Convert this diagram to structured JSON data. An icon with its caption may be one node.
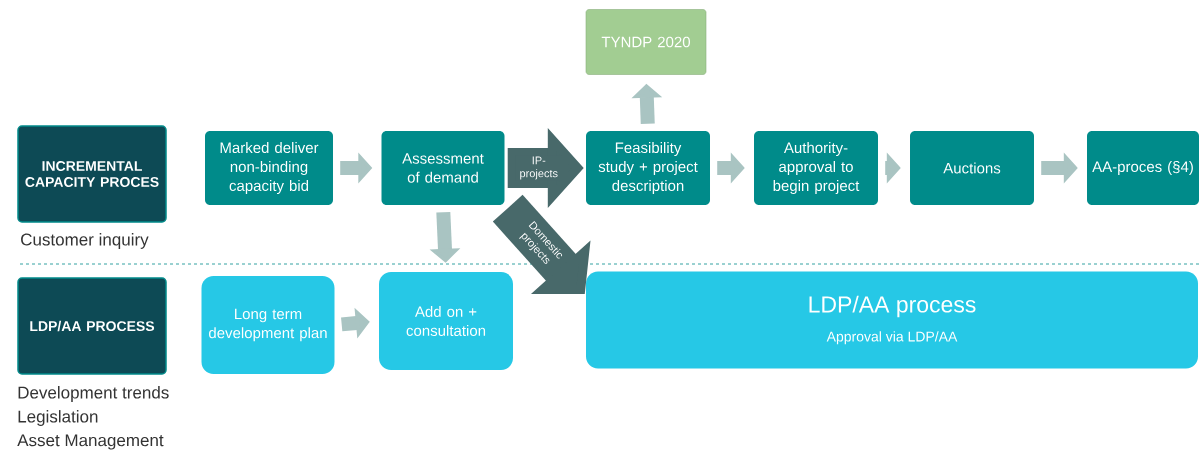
{
  "diagram": {
    "nodes": [
      {
        "text": [
          "INCREMENTAL CAPACITY PROCES"
        ],
        "beside": [
          "Customer inquiry"
        ]
      },
      {
        "text": [
          "Marked deliver non-binding capacity bid"
        ]
      },
      {
        "text": [
          "Assessment of demand"
        ]
      },
      {
        "text": [
          "TYNDP 2020"
        ]
      },
      {
        "text": [
          "Feasibility study + project description"
        ]
      },
      {
        "text": [
          "Authority-approval to begin project"
        ]
      },
      {
        "text": [
          "Auctions"
        ]
      },
      {
        "text": [
          "AA-proces (§4)"
        ]
      },
      {
        "text": [
          "LDP/AA PROCESS"
        ],
        "beside": [
          "Development trends",
          "Legislation",
          "Asset Management"
        ]
      },
      {
        "text": [
          "Long term development plan"
        ]
      },
      {
        "text": [
          "Add on + consultation"
        ]
      },
      {
        "text": [
          "LDP/AA process",
          "Approval via LDP/AA"
        ]
      }
    ],
    "edges": [
      {
        "from": 1,
        "to": 2,
        "arrow": "to"
      },
      {
        "from": 2,
        "to": 4,
        "arrow": "to",
        "label": "IP-projects",
        "style": "thick",
        "color": "#48696a"
      },
      {
        "from": 4,
        "to": 3,
        "arrow": "to"
      },
      {
        "from": 4,
        "to": 5,
        "arrow": "to"
      },
      {
        "from": 5,
        "to": 6,
        "arrow": "to"
      },
      {
        "from": 6,
        "to": 7,
        "arrow": "to"
      },
      {
        "from": 2,
        "to": 10,
        "arrow": "to"
      },
      {
        "from": 9,
        "to": 10,
        "arrow": "to"
      },
      {
        "from": 2,
        "to": 11,
        "arrow": "to",
        "label": "Domestic projects",
        "style": "thick",
        "color": "#48696a"
      }
    ]
  }
}
